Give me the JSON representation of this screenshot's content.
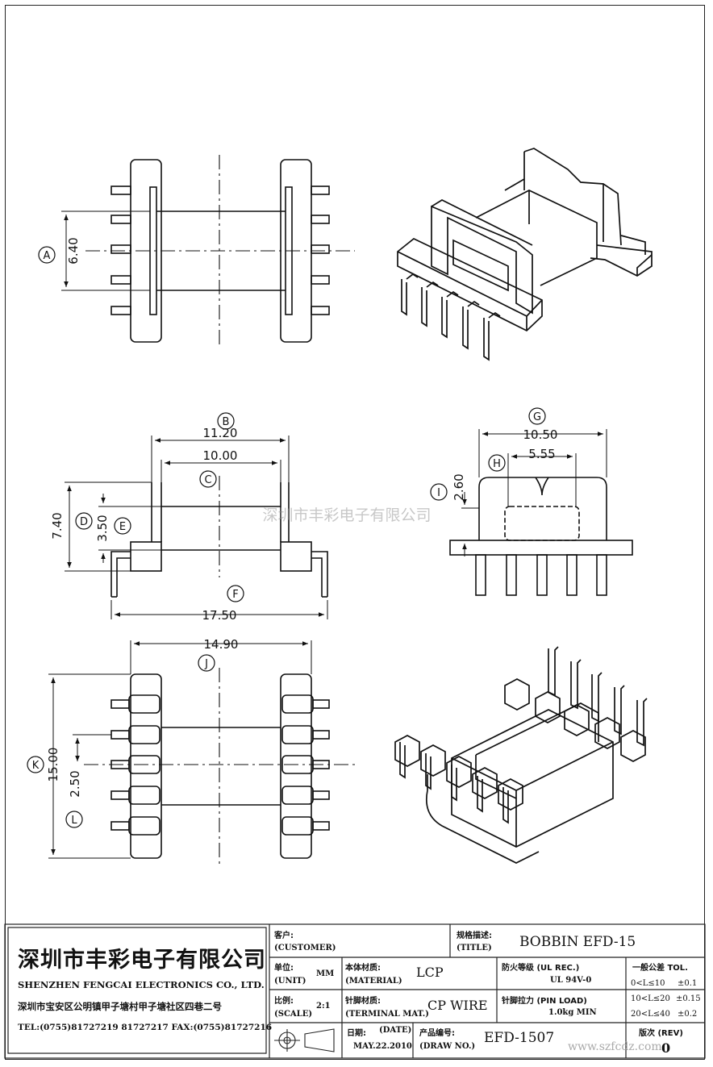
{
  "views": {
    "top": {
      "dim_a": "6.40",
      "label_a": "A"
    },
    "front": {
      "dim_b": "11.20",
      "label_b": "B",
      "dim_c": "10.00",
      "label_c": "C",
      "dim_d": "7.40",
      "label_d": "D",
      "dim_e": "3.50",
      "label_e": "E",
      "dim_f": "17.50",
      "label_f": "F"
    },
    "side": {
      "dim_g": "10.50",
      "label_g": "G",
      "dim_h": "5.55",
      "label_h": "H",
      "dim_i": "2.60",
      "label_i": "I"
    },
    "bottom": {
      "dim_j": "14.90",
      "label_j": "J",
      "dim_k": "15.00",
      "label_k": "K",
      "dim_l": "2.50",
      "label_l": "L"
    }
  },
  "watermark": "深圳市丰彩电子有限公司",
  "watermark_site": "www.szfcdz.com",
  "company": {
    "name_cn": "深圳市丰彩电子有限公司",
    "name_en": "SHENZHEN FENGCAI ELECTRONICS CO., LTD.",
    "address": "深圳市宝安区公明镇甲子塘村甲子塘社区四巷二号",
    "contact": "TEL:(0755)81727219  81727217    FAX:(0755)81727216"
  },
  "title_block": {
    "customer_cn": "客户:",
    "customer_en": "(CUSTOMER)",
    "spec_cn": "规格描述:",
    "spec_en": "(TITLE)",
    "title_value": "BOBBIN EFD-15",
    "unit_cn": "单位:",
    "unit_en": "(UNIT)",
    "unit_value": "MM",
    "material_cn": "本体材质:",
    "material_en": "(MATERIAL)",
    "material_value": "LCP",
    "ul_cn": "防火等级 (UL REC.)",
    "ul_value": "UL 94V-0",
    "tol_cn": "一般公差 TOL.",
    "tol_rows": [
      {
        "range": "0<L≤10",
        "value": "±0.1"
      },
      {
        "range": "10<L≤20",
        "value": "±0.15"
      },
      {
        "range": "20<L≤40",
        "value": "±0.2"
      }
    ],
    "scale_cn": "比例:",
    "scale_en": "(SCALE)",
    "scale_value": "2:1",
    "pin_mat_cn": "针脚材质:",
    "pin_mat_en": "(TERMINAL MAT.)",
    "pin_mat_value": "CP WIRE",
    "pin_load_cn": "针脚拉力 (PIN LOAD)",
    "pin_load_value": "1.0kg MIN",
    "date_cn": "日期:",
    "date_en": "(DATE)",
    "date_value": "MAY.22.2010",
    "draw_no_cn": "产品编号:",
    "draw_no_en": "(DRAW NO.)",
    "draw_no_value": "EFD-1507",
    "rev_cn": "版次 (REV)",
    "rev_value": "0"
  }
}
